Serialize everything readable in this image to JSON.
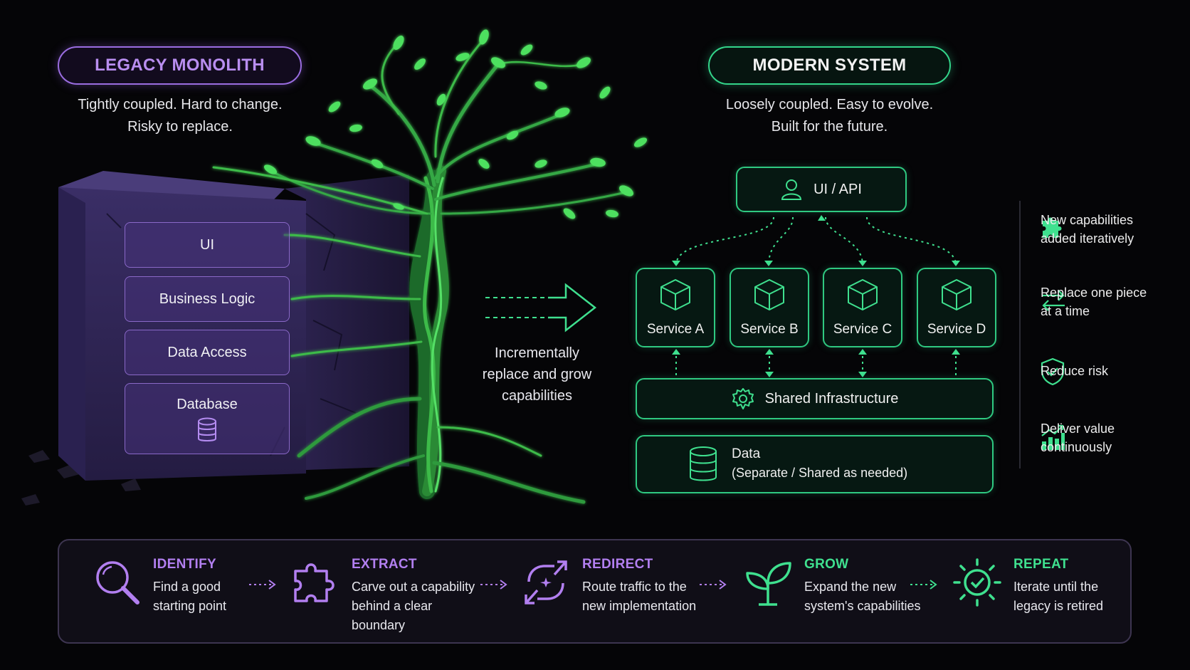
{
  "legacy": {
    "title": "LEGACY MONOLITH",
    "subtitle_lines": [
      "Tightly coupled. Hard to change.",
      "Risky to replace."
    ],
    "layers": [
      "UI",
      "Business Logic",
      "Data Access",
      "Database"
    ]
  },
  "modern": {
    "title": "MODERN SYSTEM",
    "subtitle_lines": [
      "Loosely coupled. Easy to evolve.",
      "Built for the future."
    ],
    "ui_api": "UI / API",
    "services": [
      "Service A",
      "Service B",
      "Service C",
      "Service D"
    ],
    "infrastructure": "Shared Infrastructure",
    "data_title": "Data",
    "data_subtitle": "(Separate / Shared as needed)"
  },
  "transition": {
    "lines": [
      "Incrementally",
      "replace and grow",
      "capabilities"
    ]
  },
  "benefits": [
    {
      "icon": "puzzle-icon",
      "lines": [
        "New capabilities",
        "added iteratively"
      ]
    },
    {
      "icon": "swap-arrows-icon",
      "lines": [
        "Replace one piece",
        "at a time"
      ]
    },
    {
      "icon": "shield-check-icon",
      "lines": [
        "Reduce risk"
      ]
    },
    {
      "icon": "growth-chart-icon",
      "lines": [
        "Deliver value",
        "continuously"
      ]
    }
  ],
  "steps": [
    {
      "title": "IDENTIFY",
      "icon": "magnifier-icon",
      "lines": [
        "Find a good",
        "starting point"
      ]
    },
    {
      "title": "EXTRACT",
      "icon": "puzzle-icon",
      "lines": [
        "Carve out a capability",
        "behind a clear",
        "boundary"
      ]
    },
    {
      "title": "REDIRECT",
      "icon": "redirect-arrows-icon",
      "lines": [
        "Route traffic to the",
        "new implementation"
      ]
    },
    {
      "title": "GROW",
      "icon": "sprout-icon",
      "lines": [
        "Expand the new",
        "system's capabilities"
      ]
    },
    {
      "title": "REPEAT",
      "icon": "sun-check-icon",
      "lines": [
        "Iterate until the",
        "legacy is retired"
      ]
    }
  ],
  "colors": {
    "legacy_accent": "#9a6de0",
    "modern_accent": "#2fc981",
    "leaf": "#4ee05e",
    "background": "#050507"
  }
}
